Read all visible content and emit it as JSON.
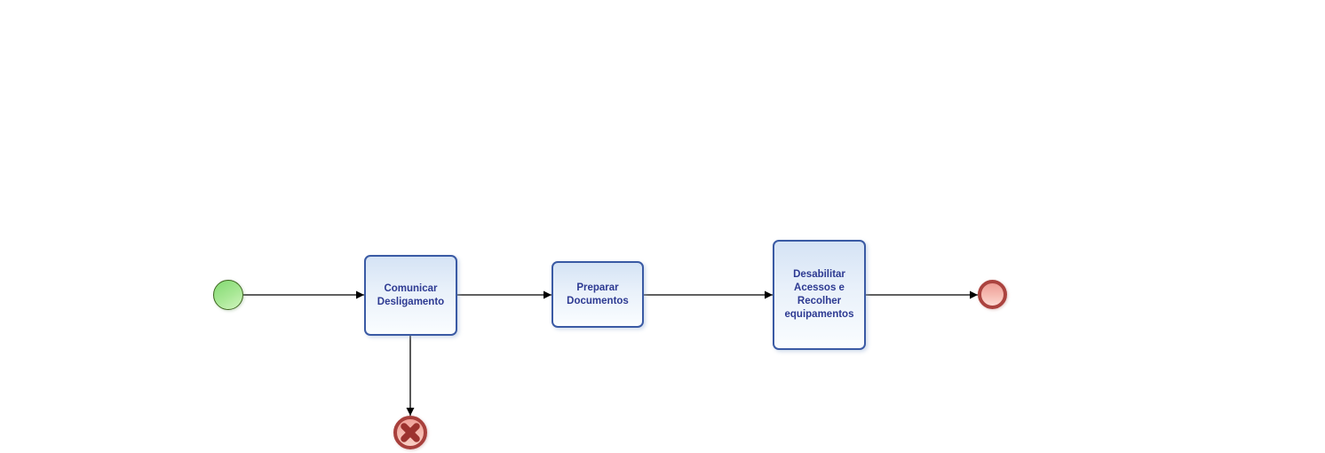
{
  "diagram": {
    "type": "bpmn-process-flow",
    "background": "#ffffff",
    "tasks": [
      {
        "id": "task-comunicar-desligamento",
        "label": "Comunicar Desligamento"
      },
      {
        "id": "task-preparar-documentos",
        "label": "Preparar Documentos"
      },
      {
        "id": "task-desabilitar-acessos",
        "label": "Desabilitar Acessos e Recolher equipamentos"
      }
    ],
    "events": [
      {
        "id": "start-event",
        "kind": "start",
        "shape": "green-circle"
      },
      {
        "id": "end-event",
        "kind": "end",
        "shape": "red-circle"
      },
      {
        "id": "terminate-end-event",
        "kind": "terminate",
        "shape": "red-circle-with-cross"
      }
    ],
    "flows": [
      {
        "from": "start-event",
        "to": "task-comunicar-desligamento"
      },
      {
        "from": "task-comunicar-desligamento",
        "to": "task-preparar-documentos"
      },
      {
        "from": "task-comunicar-desligamento",
        "to": "terminate-end-event"
      },
      {
        "from": "task-preparar-documentos",
        "to": "task-desabilitar-acessos"
      },
      {
        "from": "task-desabilitar-acessos",
        "to": "end-event"
      }
    ],
    "colors": {
      "task_border": "#3a5aa4",
      "task_fill_top": "#d5e3f5",
      "task_fill_bottom": "#fafdff",
      "task_text": "#2d3a92",
      "start_border": "#3d661f",
      "start_fill": "#82d971",
      "end_border": "#ab433f",
      "end_fill": "#ee9d95",
      "terminate_cross": "#9c322e",
      "connector": "#000000"
    }
  }
}
